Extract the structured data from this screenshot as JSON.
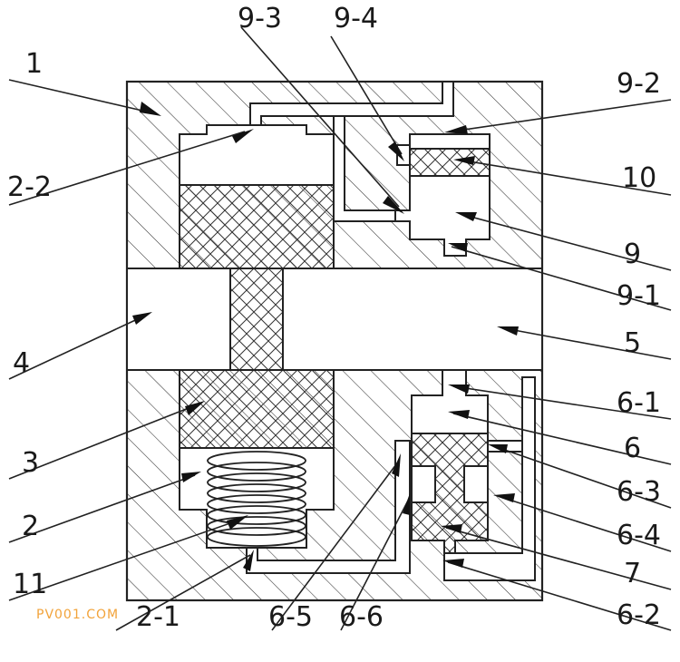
{
  "figure": {
    "labels": {
      "l1": "1",
      "l2_2": "2-2",
      "l9_3": "9-3",
      "l9_4": "9-4",
      "l9_2": "9-2",
      "l10": "10",
      "l9": "9",
      "l9_1": "9-1",
      "l4": "4",
      "l5": "5",
      "l6_1": "6-1",
      "l6": "6",
      "l3": "3",
      "l6_3": "6-3",
      "l2": "2",
      "l6_4": "6-4",
      "l7": "7",
      "l11": "11",
      "l6_2": "6-2",
      "l2_1": "2-1",
      "l6_5": "6-5",
      "l6_6": "6-6"
    },
    "watermark": "PV001.COM"
  }
}
